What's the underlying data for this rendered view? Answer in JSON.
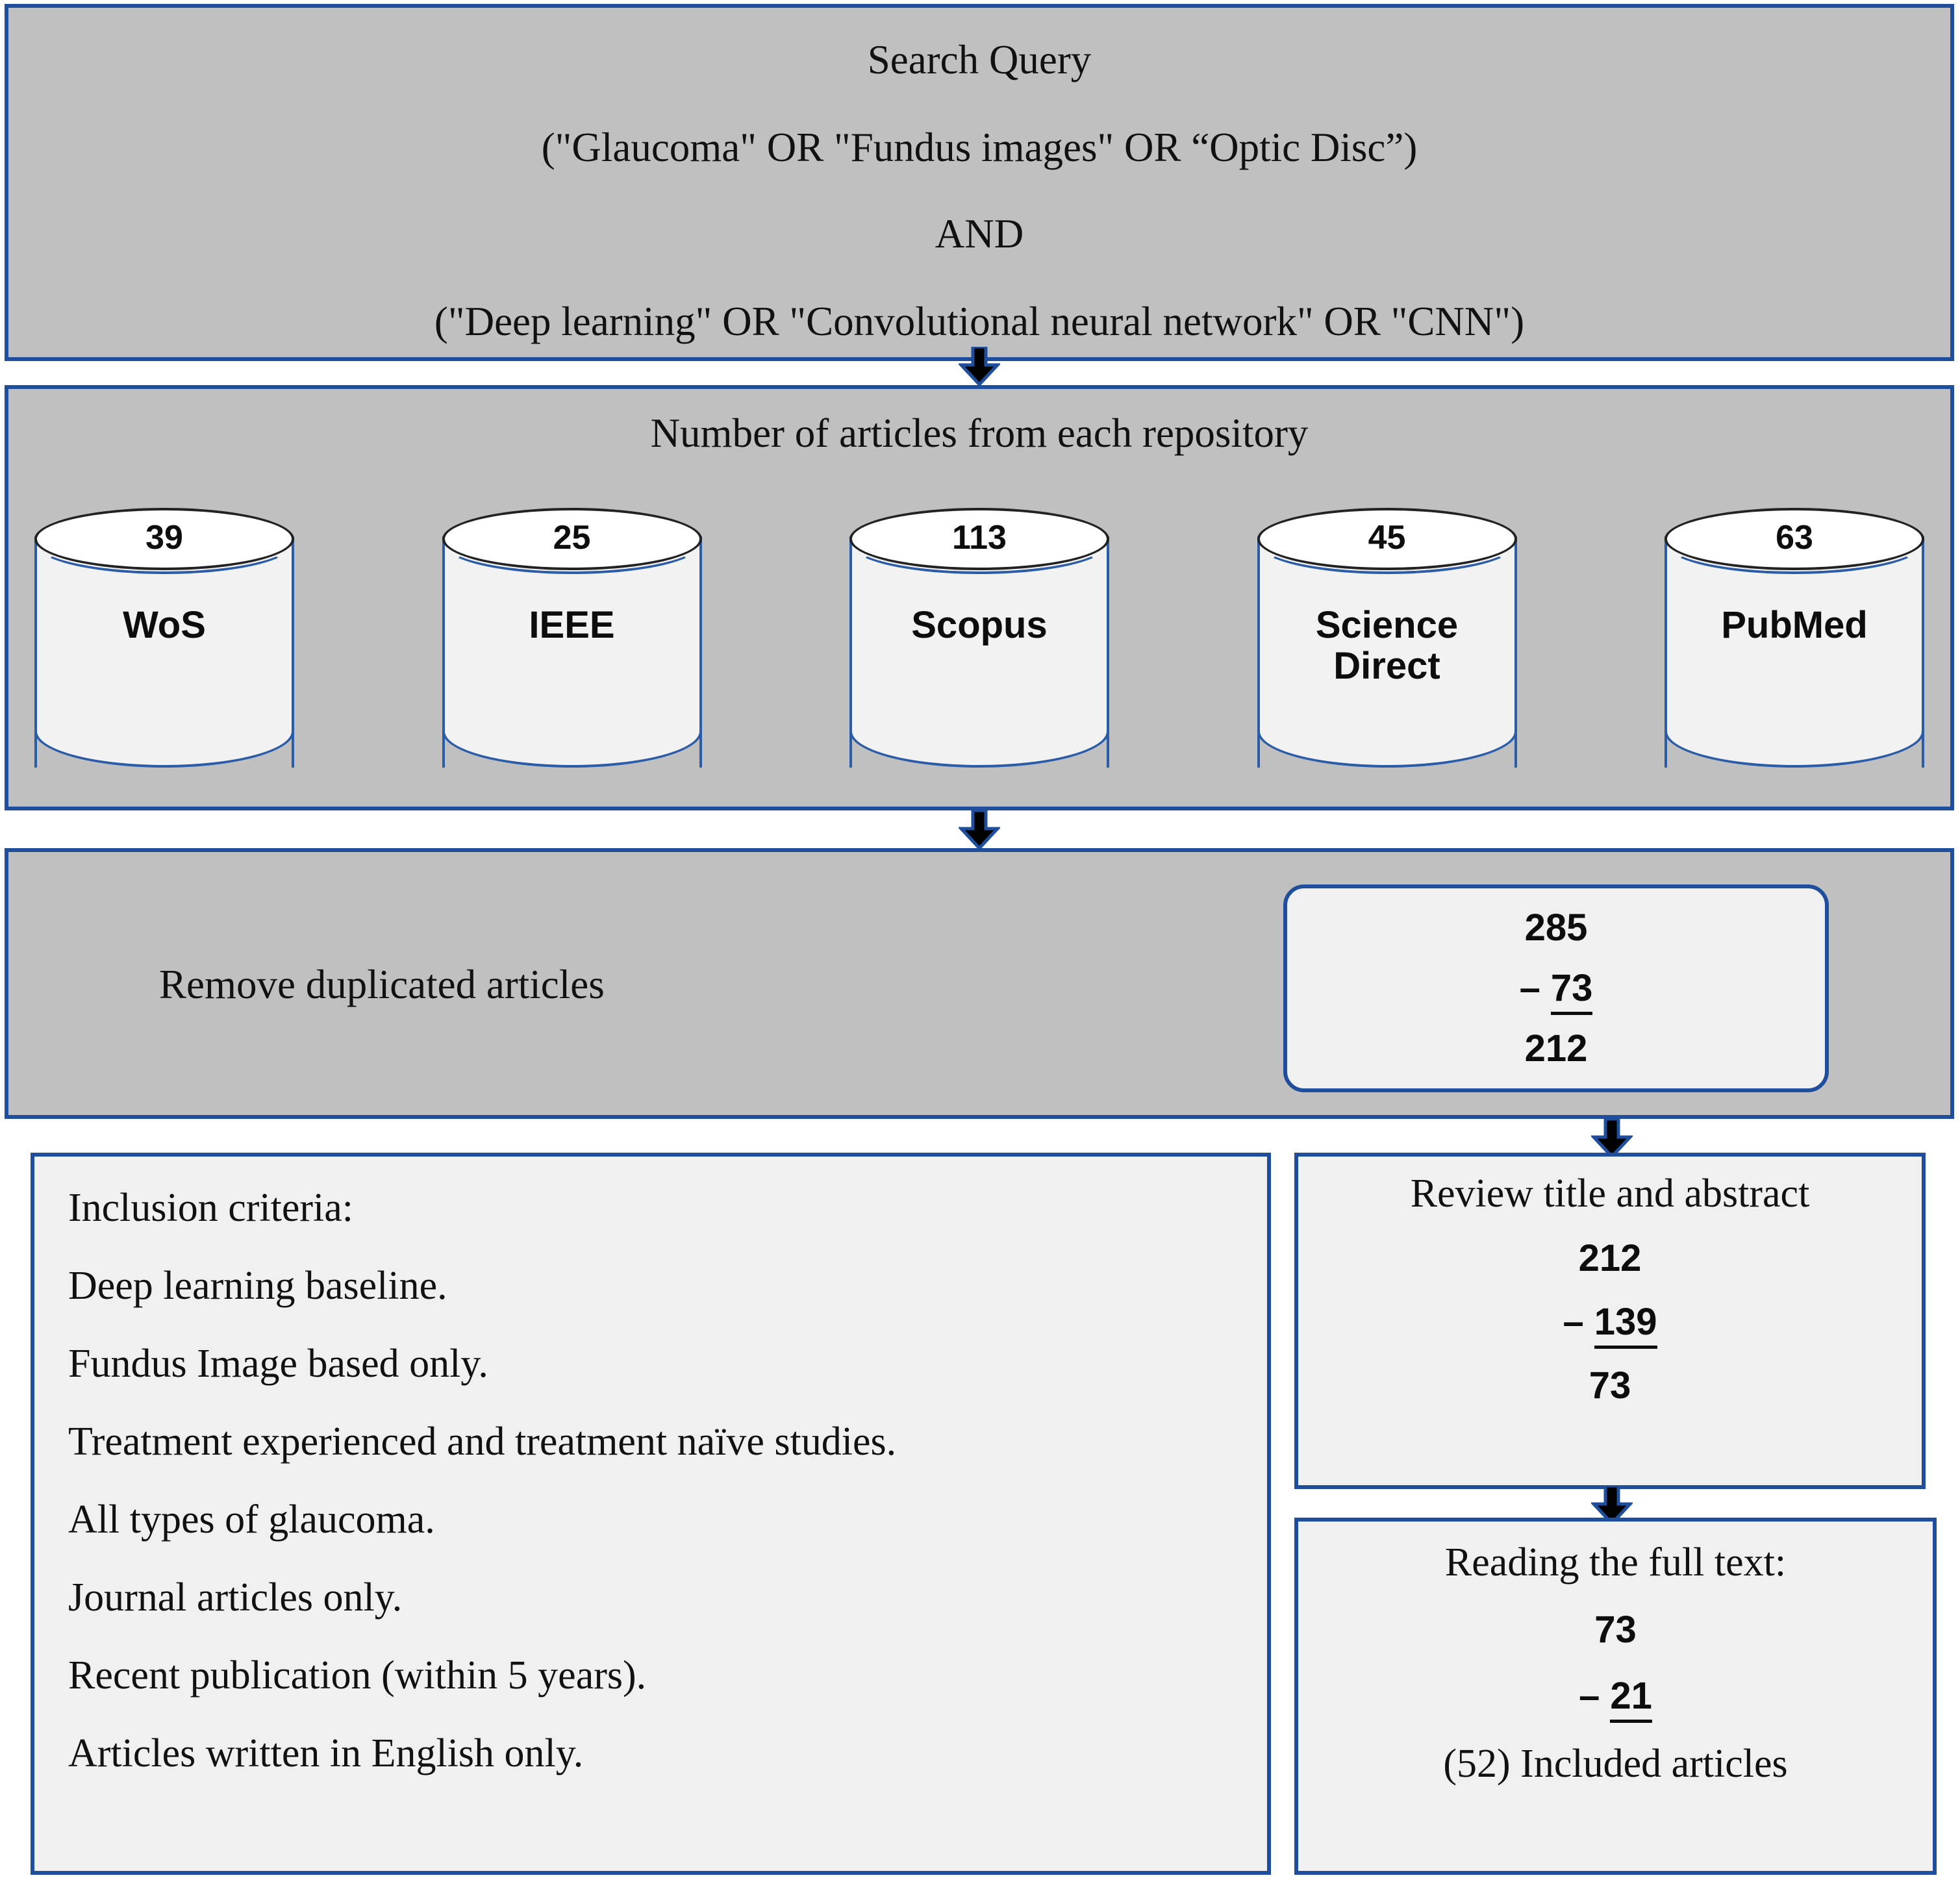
{
  "colors": {
    "border_blue": "#1F4E9C",
    "panel_gray": "#C0C0C0",
    "panel_light": "#F0F0F0",
    "cylinder_body": "#F2F2F2",
    "cylinder_top": "#FFFFFF",
    "text": "#111111"
  },
  "search": {
    "title": "Search Query",
    "line1": "(\"Glaucoma\" OR \"Fundus images\" OR “Optic Disc”)",
    "line2": "AND",
    "line3": "(\"Deep learning\" OR \"Convolutional neural network\" OR \"CNN\")"
  },
  "repositories": {
    "heading": "Number of articles from each repository",
    "items": [
      {
        "count": "39",
        "name": "WoS"
      },
      {
        "count": "25",
        "name": "IEEE"
      },
      {
        "count": "113",
        "name": "Scopus"
      },
      {
        "count": "45",
        "name": "Science\nDirect"
      },
      {
        "count": "63",
        "name": "PubMed"
      }
    ]
  },
  "dedup": {
    "label": "Remove duplicated articles",
    "total": "285",
    "minus_op": "–",
    "removed": "73",
    "result": "212"
  },
  "criteria": {
    "heading": "Inclusion criteria:",
    "items": [
      "Deep learning baseline.",
      "Fundus Image based only.",
      "Treatment experienced and treatment naïve studies.",
      "All types of glaucoma.",
      "Journal articles only.",
      "Recent publication (within 5 years).",
      "Articles written in English only."
    ]
  },
  "review": {
    "heading": "Review title and abstract",
    "total": "212",
    "minus_op": "–",
    "removed": "139",
    "result": "73"
  },
  "fulltext": {
    "heading": "Reading the full text:",
    "total": "73",
    "minus_op": "–",
    "removed": "21",
    "result": "(52) Included articles"
  },
  "icons": {
    "arrow_down": "down-arrow-icon"
  }
}
